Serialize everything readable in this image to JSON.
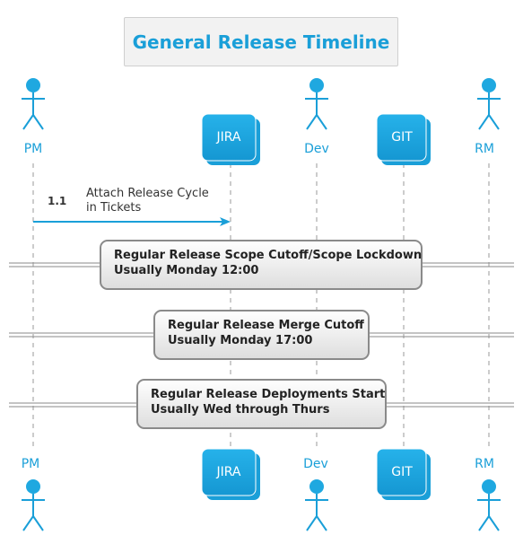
{
  "title": "General Release Timeline",
  "colors": {
    "accent": "#1a9fd8",
    "lifeline": "#9a9a9a",
    "divider_border": "#8a8a8a",
    "title_bg": "#f2f2f2"
  },
  "participants": [
    {
      "id": "pm",
      "label": "PM",
      "shape": "actor"
    },
    {
      "id": "jira",
      "label": "JIRA",
      "shape": "collections"
    },
    {
      "id": "dev",
      "label": "Dev",
      "shape": "actor"
    },
    {
      "id": "git",
      "label": "GIT",
      "shape": "collections"
    },
    {
      "id": "rm",
      "label": "RM",
      "shape": "actor"
    }
  ],
  "messages": [
    {
      "number": "1.1",
      "text_lines": [
        "Attach Release Cycle",
        "in Tickets"
      ],
      "from": "PM",
      "to": "JIRA"
    }
  ],
  "dividers": [
    {
      "lines": [
        "Regular Release Scope Cutoff/Scope Lockdown",
        "Usually Monday 12:00"
      ]
    },
    {
      "lines": [
        "Regular Release Merge Cutoff",
        "Usually Monday 17:00"
      ]
    },
    {
      "lines": [
        "Regular Release Deployments Start",
        "Usually Wed through Thurs"
      ]
    }
  ]
}
